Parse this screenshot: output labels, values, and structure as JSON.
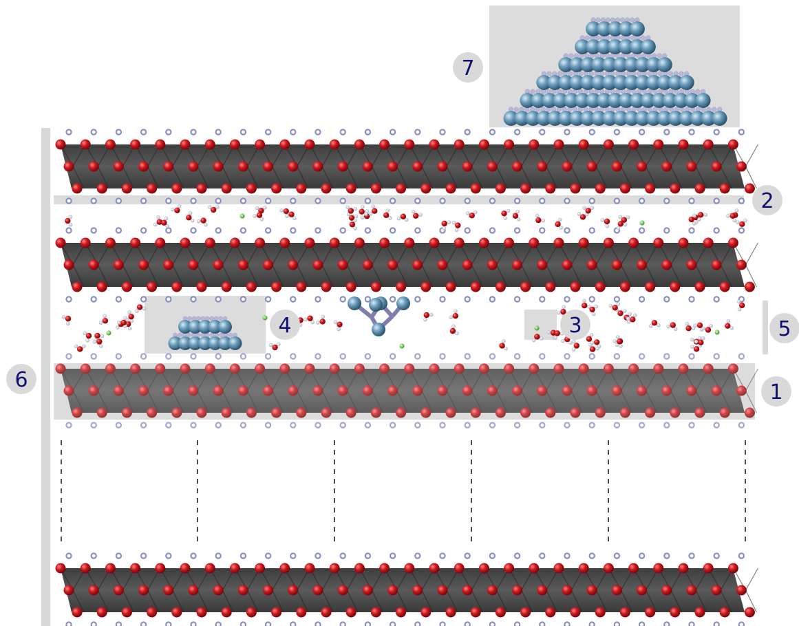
{
  "labels": {
    "one": "1",
    "two": "2",
    "three": "3",
    "four": "4",
    "five": "5",
    "six": "6",
    "seven": "7"
  },
  "colors": {
    "oxygen": "#c4141a",
    "slab": "#4a4a4a",
    "metal": "#5d8fac",
    "nitrogen": "#8a8fc4",
    "hydrogen": "#e8e8ee",
    "chloride": "#6fcc55",
    "highlight": "#dcdcdc",
    "label_bg": "#d9d9d9",
    "label_text": "#10106e"
  }
}
